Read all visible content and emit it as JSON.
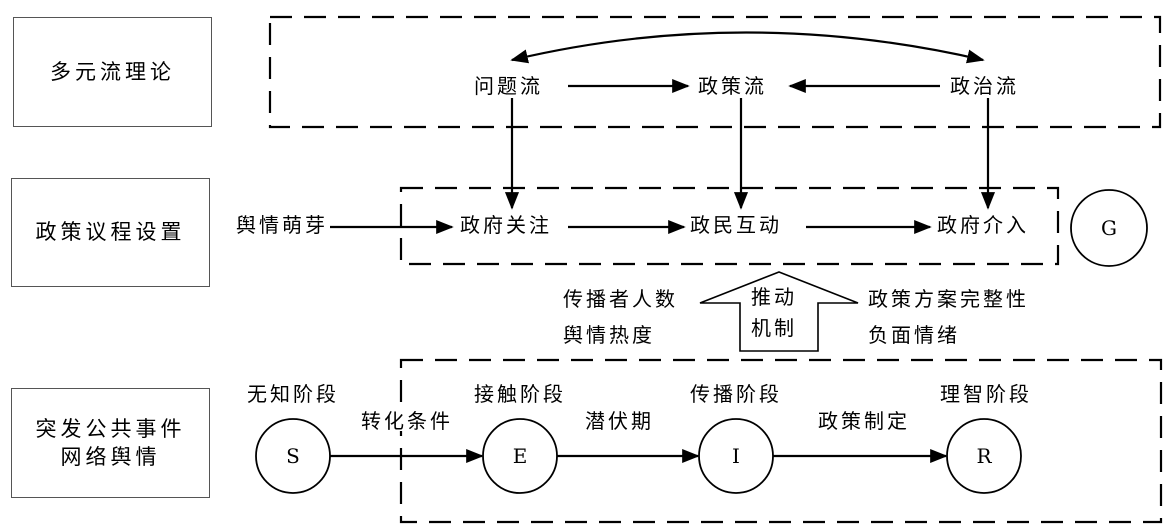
{
  "left_boxes": {
    "multi_stream": "多元流理论",
    "agenda": "政策议程设置",
    "opinion_line1": "突发公共事件",
    "opinion_line2": "网络舆情"
  },
  "streams": {
    "problem": "问题流",
    "policy": "政策流",
    "politics": "政治流"
  },
  "agenda_row": {
    "origin": "舆情萌芽",
    "attention": "政府关注",
    "interaction": "政民互动",
    "intervention": "政府介入",
    "goal": "G"
  },
  "mechanism": {
    "line1": "推动",
    "line2": "机制",
    "left_line1": "传播者人数",
    "left_line2": "舆情热度",
    "right_line1": "政策方案完整性",
    "right_line2": "负面情绪"
  },
  "stages": {
    "s_label": "无知阶段",
    "e_label": "接触阶段",
    "i_label": "传播阶段",
    "r_label": "理智阶段",
    "s": "S",
    "e": "E",
    "i": "I",
    "r": "R"
  },
  "transitions": {
    "s_to_e": "转化条件",
    "e_to_i": "潜伏期",
    "i_to_r": "政策制定"
  }
}
